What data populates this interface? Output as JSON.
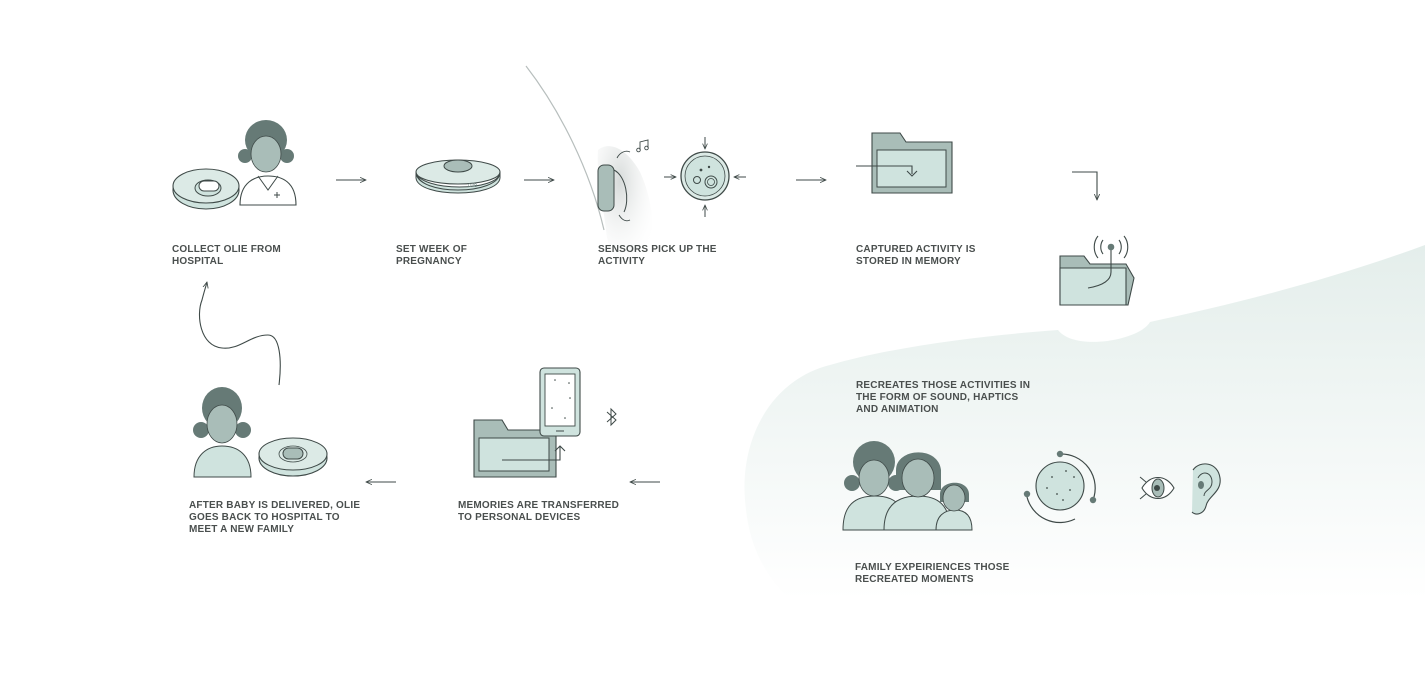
{
  "steps": [
    {
      "id": "collect",
      "caption": "COLLECT OLIE FROM\nHOSPITAL"
    },
    {
      "id": "set-week",
      "caption": "SET WEEK OF\nPREGNANCY"
    },
    {
      "id": "sensors",
      "caption": "SENSORS PICK UP THE\nACTIVITY"
    },
    {
      "id": "stored",
      "caption": "CAPTURED ACTIVITY IS\nSTORED IN MEMORY"
    },
    {
      "id": "recreates",
      "caption": "RECREATES THOSE ACTIVITIES IN\nTHE FORM OF SOUND, HAPTICS\nAND ANIMATION"
    },
    {
      "id": "family",
      "caption": "FAMILY EXPEIRIENCES THOSE\nRECREATED MOMENTS"
    },
    {
      "id": "transfer",
      "caption": "MEMORIES ARE TRANSFERRED\nTO PERSONAL DEVICES"
    },
    {
      "id": "return",
      "caption": "AFTER BABY IS DELIVERED, OLIE\nGOES BACK TO HOSPITAL TO\nMEET A NEW FAMILY"
    }
  ],
  "icons": {
    "collect": [
      "device-icon",
      "nurse-icon"
    ],
    "set-week": [
      "device-icon"
    ],
    "sensors": [
      "hand-with-device-icon",
      "music-note-icon",
      "sensor-circle-icon"
    ],
    "stored": [
      "folder-icon"
    ],
    "recreates": [
      "wireless-folder-icon"
    ],
    "family": [
      "family-icon",
      "animation-orb-icon",
      "eye-icon",
      "ear-icon"
    ],
    "transfer": [
      "folder-icon",
      "phone-icon",
      "bluetooth-icon"
    ],
    "return": [
      "mother-icon",
      "device-icon"
    ]
  },
  "colors": {
    "accent_light": "#cfe3de",
    "accent_mid": "#a9bdb8",
    "accent_dark": "#667a76",
    "stroke": "#3f4a48",
    "text": "#4a4f4e",
    "background_wave": "#e9f1ef"
  }
}
